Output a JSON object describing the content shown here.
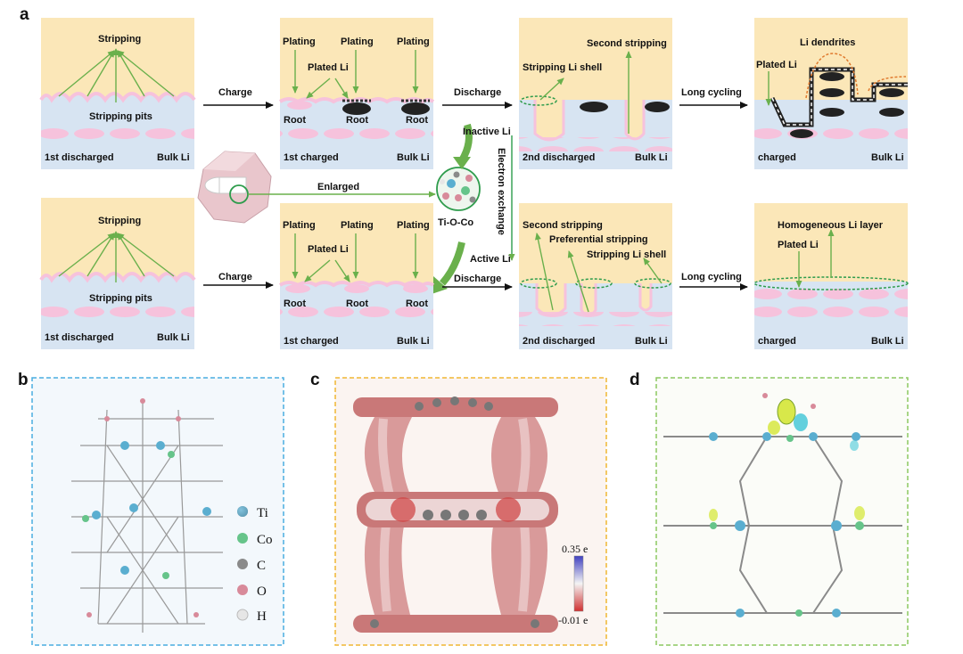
{
  "panels": {
    "a": "a",
    "b": "b",
    "c": "c",
    "d": "d"
  },
  "top_row": {
    "s1": {
      "stripping": "Stripping",
      "pits": "Stripping pits",
      "state": "1st discharged",
      "bulk": "Bulk Li"
    },
    "arrow_charge": "Charge",
    "s2": {
      "plating1": "Plating",
      "plating2": "Plating",
      "plating3": "Plating",
      "plated": "Plated Li",
      "root1": "Root",
      "root2": "Root",
      "root3": "Root",
      "state": "1st charged",
      "bulk": "Bulk Li"
    },
    "arrow_discharge": "Discharge",
    "s3": {
      "second": "Second stripping",
      "shell": "Stripping Li shell",
      "state": "2nd discharged",
      "bulk": "Bulk Li"
    },
    "arrow_cycling": "Long cycling",
    "s4": {
      "dendrites": "Li dendrites",
      "plated": "Plated Li",
      "state": "charged",
      "bulk": "Bulk Li"
    }
  },
  "middle": {
    "enlarged": "Enlarged",
    "inactive": "Inactive Li",
    "active": "Active Li",
    "electron": "Electron exchange",
    "tioco": "Ti-O-Co"
  },
  "bottom_row": {
    "s1": {
      "stripping": "Stripping",
      "pits": "Stripping pits",
      "state": "1st discharged",
      "bulk": "Bulk Li"
    },
    "arrow_charge": "Charge",
    "s2": {
      "plating1": "Plating",
      "plating2": "Plating",
      "plating3": "Plating",
      "plated": "Plated Li",
      "root1": "Root",
      "root2": "Root",
      "root3": "Root",
      "state": "1st charged",
      "bulk": "Bulk Li"
    },
    "arrow_discharge": "Discharge",
    "s3": {
      "second": "Second stripping",
      "pref": "Preferential stripping",
      "shell": "Stripping Li shell",
      "state": "2nd discharged",
      "bulk": "Bulk Li"
    },
    "arrow_cycling": "Long cycling",
    "s4": {
      "homog": "Homogeneous Li layer",
      "plated": "Plated Li",
      "state": "charged",
      "bulk": "Bulk Li"
    }
  },
  "legend_b": [
    {
      "label": "Ti",
      "color": "#5aaed0"
    },
    {
      "label": "Co",
      "color": "#66c48a"
    },
    {
      "label": "C",
      "color": "#8a8a8a"
    },
    {
      "label": "O",
      "color": "#d88a9a"
    },
    {
      "label": "H",
      "color": "#e6e6e6"
    }
  ],
  "scale_c": {
    "max": "0.35 e",
    "min": "-0.01 e"
  },
  "colors": {
    "electrolyte": "#fbe7b8",
    "lithium": "#d7e4f2",
    "pink": "#f6c2dc",
    "arrow_green": "#6ab04c",
    "panel_b_border": "#4aaee0",
    "panel_c_border": "#f0b733",
    "panel_d_border": "#8cc860"
  }
}
